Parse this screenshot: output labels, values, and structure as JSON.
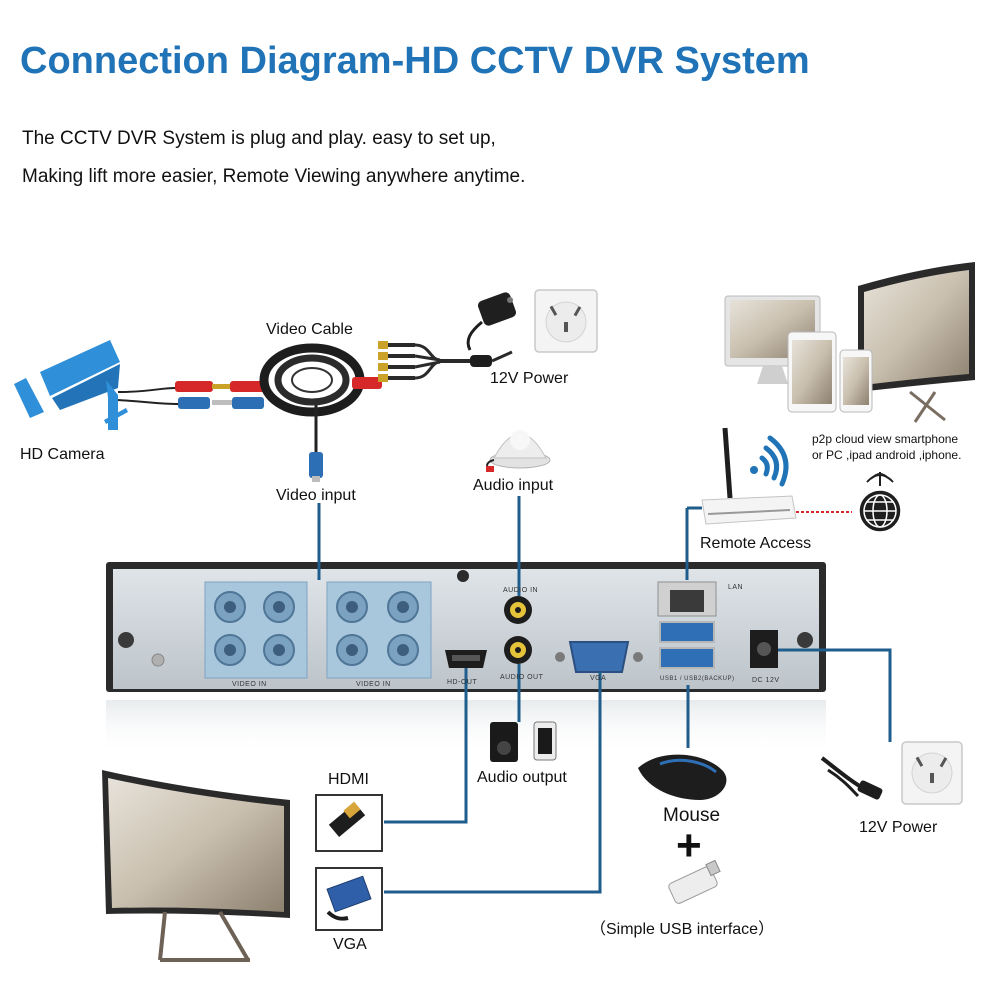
{
  "header": {
    "title": "Connection Diagram-HD CCTV DVR System",
    "line1": "The CCTV DVR System is plug and play. easy to set up,",
    "line2": "Making lift more easier, Remote Viewing anywhere anytime."
  },
  "labels": {
    "hd_camera": "HD Camera",
    "video_cable": "Video Cable",
    "power_top": "12V Power",
    "video_input": "Video input",
    "audio_input": "Audio input",
    "p2p_line1": "p2p cloud view smartphone",
    "p2p_line2": "or PC ,ipad android ,iphone.",
    "remote_access": "Remote Access",
    "hdmi": "HDMI",
    "audio_output": "Audio output",
    "mouse": "Mouse",
    "plus": "+",
    "usb": "（Simple USB interface）",
    "power_right": "12V Power",
    "vga": "VGA"
  },
  "panel": {
    "video_in_a": "VIDEO IN",
    "video_in_b": "VIDEO IN",
    "hd_out": "HD-OUT",
    "audio_in": "AUDIO IN",
    "audio_out": "AUDIO OUT",
    "vga": "VGA",
    "lan": "LAN",
    "usb": "USB1 / USB2(BACKUP)",
    "dc": "DC 12V"
  },
  "colors": {
    "title_blue": "#1f73b6",
    "line_blue": "#1f5d8c",
    "panel": "#cdd4d9"
  }
}
